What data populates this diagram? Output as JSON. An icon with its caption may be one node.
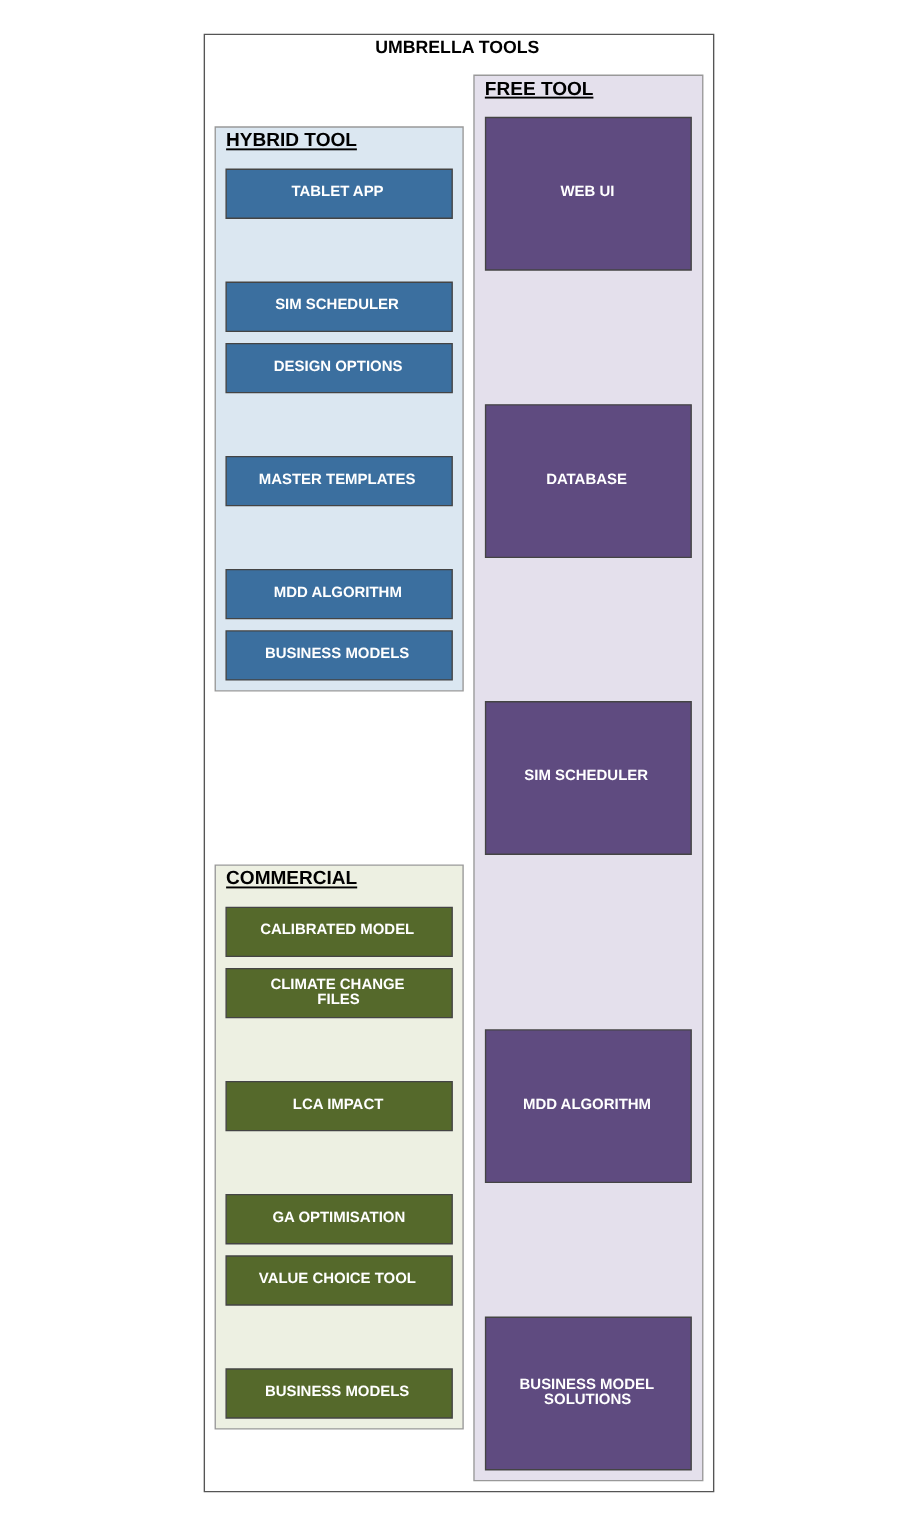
{
  "diagram": {
    "nodes": [
      {
        "text": [
          "UMBRELLA TOOLS"
        ]
      },
      {
        "text": [
          "FREE TOOL"
        ],
        "in": 0
      },
      {
        "text": [
          "WEB UI"
        ],
        "in": 1
      },
      {
        "text": [
          "DATABASE"
        ],
        "in": 1
      },
      {
        "text": [
          "SIM SCHEDULER"
        ],
        "in": 1
      },
      {
        "text": [
          "MDD ALGORITHM"
        ],
        "in": 1
      },
      {
        "text": [
          "BUSINESS MODEL SOLUTIONS"
        ],
        "in": 1
      },
      {
        "text": [
          "HYBRID TOOL"
        ],
        "in": 0
      },
      {
        "text": [
          "TABLET APP"
        ],
        "in": 7
      },
      {
        "text": [
          "SIM SCHEDULER"
        ],
        "in": 7
      },
      {
        "text": [
          "DESIGN OPTIONS"
        ],
        "in": 7
      },
      {
        "text": [
          "MASTER TEMPLATES"
        ],
        "in": 7
      },
      {
        "text": [
          "MDD ALGORITHM"
        ],
        "in": 7
      },
      {
        "text": [
          "BUSINESS MODELS"
        ],
        "in": 7
      },
      {
        "text": [
          "COMMERCIAL"
        ],
        "in": 0
      },
      {
        "text": [
          "CALIBRATED MODEL"
        ],
        "in": 14
      },
      {
        "text": [
          "CLIMATE CHANGE FILES"
        ],
        "in": 14
      },
      {
        "text": [
          "LCA IMPACT"
        ],
        "in": 14
      },
      {
        "text": [
          "GA OPTIMISATION"
        ],
        "in": 14
      },
      {
        "text": [
          "VALUE CHOICE TOOL"
        ],
        "in": 14
      },
      {
        "text": [
          "BUSINESS MODELS"
        ],
        "in": 14
      }
    ],
    "edges": []
  }
}
